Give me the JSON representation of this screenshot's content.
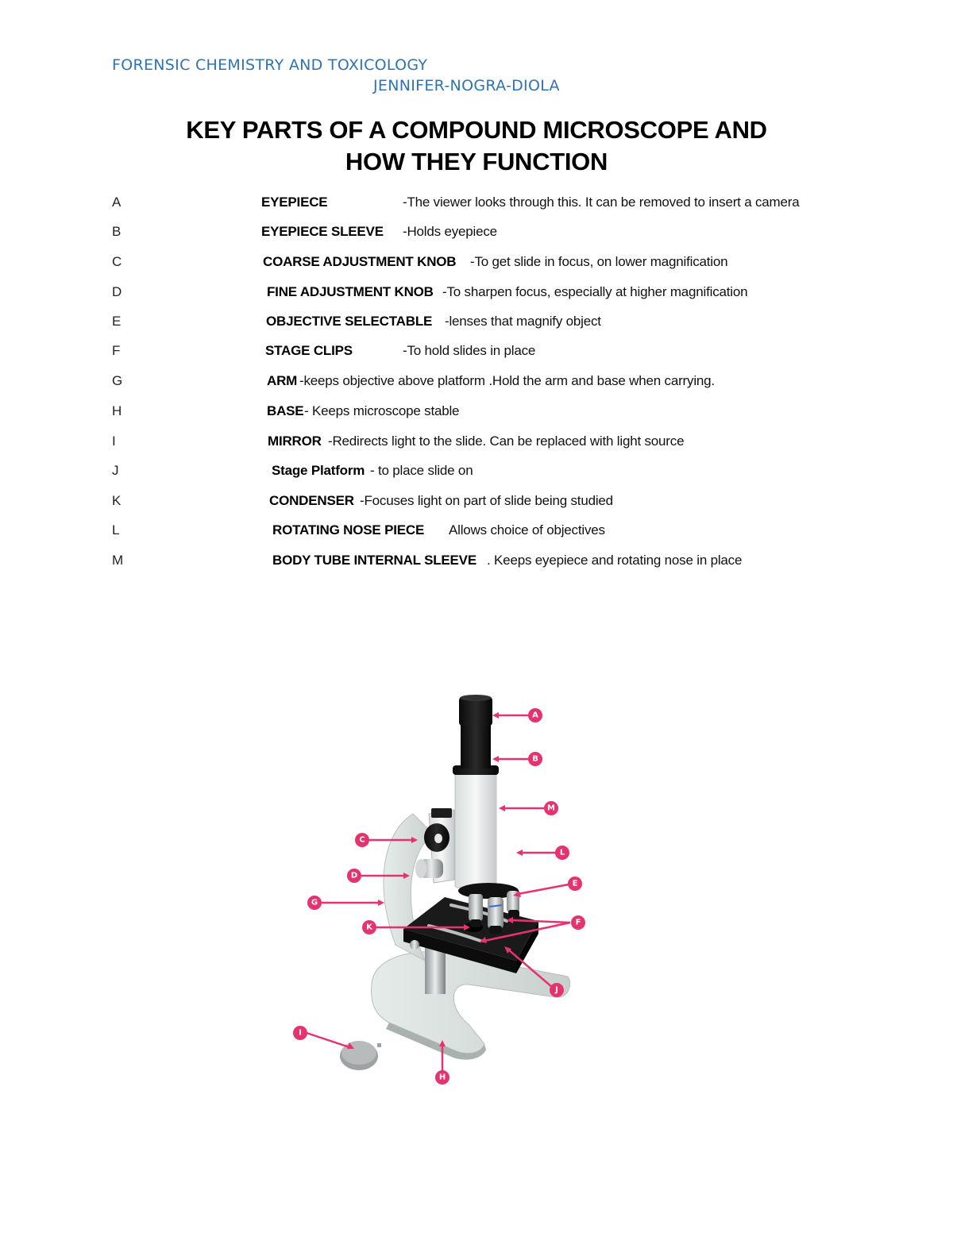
{
  "header": {
    "course": "FORENSIC CHEMISTRY AND TOXICOLOGY",
    "author": "JENNIFER-NOGRA-DIOLA",
    "color": "#2e74b5"
  },
  "title": {
    "line1": "KEY PARTS OF A COMPOUND MICROSCOPE AND",
    "line2": "HOW THEY FUNCTION"
  },
  "parts": [
    {
      "letter": "A",
      "term": "EYEPIECE",
      "description": "-The viewer looks through this. It can be removed to insert a camera"
    },
    {
      "letter": "B",
      "term": "EYEPIECE SLEEVE",
      "description": "-Holds eyepiece"
    },
    {
      "letter": "C",
      "term": "COARSE ADJUSTMENT KNOB",
      "description": "-To get slide in focus, on lower magnification"
    },
    {
      "letter": "D",
      "term": "FINE ADJUSTMENT KNOB",
      "description": "-To sharpen focus, especially at higher magnification"
    },
    {
      "letter": "E",
      "term": "OBJECTIVE SELECTABLE",
      "description": "-lenses that magnify object"
    },
    {
      "letter": "F",
      "term": "STAGE CLIPS",
      "description": "-To hold slides in place"
    },
    {
      "letter": "G",
      "term": "ARM",
      "description": "-keeps objective above platform .Hold the arm and base when carrying."
    },
    {
      "letter": "H",
      "term": "BASE",
      "description": "- Keeps microscope stable"
    },
    {
      "letter": "I",
      "term": "MIRROR",
      "description": "-Redirects light to the slide. Can be replaced with light source"
    },
    {
      "letter": "J",
      "term": "Stage Platform",
      "description": "- to place slide on"
    },
    {
      "letter": "K",
      "term": "CONDENSER",
      "description": "-Focuses light on part of slide being studied"
    },
    {
      "letter": "L",
      "term": "ROTATING NOSE PIECE",
      "description": "Allows choice of objectives"
    },
    {
      "letter": "M",
      "term": "BODY TUBE INTERNAL SLEEVE",
      "description": ". Keeps eyepiece and   rotating nose in place"
    }
  ],
  "diagram": {
    "label_color": "#e5336f",
    "labels": [
      "A",
      "B",
      "M",
      "C",
      "L",
      "D",
      "E",
      "G",
      "F",
      "K",
      "J",
      "I",
      "H"
    ]
  }
}
